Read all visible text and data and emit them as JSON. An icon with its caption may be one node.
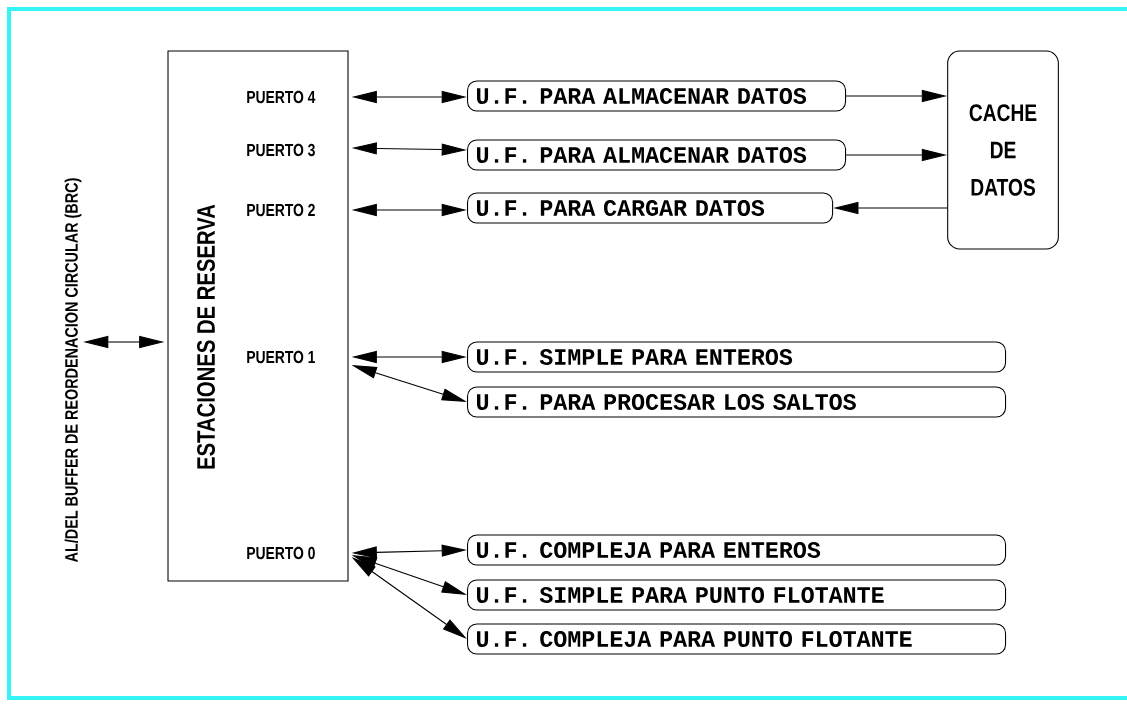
{
  "diagram": {
    "nodes": [
      {
        "text": [
          "AL/DEL BUFFER DE REORDENACION CIRCULAR (BRC)"
        ]
      },
      {
        "text": [
          "ESTACIONES DE RESERVA"
        ]
      },
      {
        "text": [
          "PUERTO 4"
        ],
        "in": 1
      },
      {
        "text": [
          "PUERTO 3"
        ],
        "in": 1
      },
      {
        "text": [
          "PUERTO 2"
        ],
        "in": 1
      },
      {
        "text": [
          "PUERTO 1"
        ],
        "in": 1
      },
      {
        "text": [
          "PUERTO 0"
        ],
        "in": 1
      },
      {
        "text": [
          "U.F. PARA ALMACENAR DATOS"
        ]
      },
      {
        "text": [
          "U.F. PARA ALMACENAR DATOS"
        ]
      },
      {
        "text": [
          "U.F. PARA CARGAR DATOS"
        ]
      },
      {
        "text": [
          "CACHE DE DATOS"
        ]
      },
      {
        "text": [
          "U.F. SIMPLE PARA ENTEROS"
        ]
      },
      {
        "text": [
          "U.F. PARA PROCESAR LOS SALTOS"
        ]
      },
      {
        "text": [
          "U.F. COMPLEJA PARA ENTEROS"
        ]
      },
      {
        "text": [
          "U.F. SIMPLE PARA PUNTO FLOTANTE"
        ]
      },
      {
        "text": [
          "U.F. COMPLEJA PARA PUNTO FLOTANTE"
        ]
      }
    ],
    "edges": [
      {
        "from": 0,
        "to": 1,
        "arrow": "both"
      },
      {
        "from": 2,
        "to": 7,
        "arrow": "both"
      },
      {
        "from": 7,
        "to": 10,
        "arrow": "to"
      },
      {
        "from": 3,
        "to": 8,
        "arrow": "both"
      },
      {
        "from": 8,
        "to": 10,
        "arrow": "to"
      },
      {
        "from": 10,
        "to": 9,
        "arrow": "to"
      },
      {
        "from": 4,
        "to": 9,
        "arrow": "both"
      },
      {
        "from": 5,
        "to": 11,
        "arrow": "both"
      },
      {
        "from": 5,
        "to": 12,
        "arrow": "both"
      },
      {
        "from": 6,
        "to": 13,
        "arrow": "both"
      },
      {
        "from": 6,
        "to": 14,
        "arrow": "both"
      },
      {
        "from": 6,
        "to": 15,
        "arrow": "both"
      }
    ]
  }
}
